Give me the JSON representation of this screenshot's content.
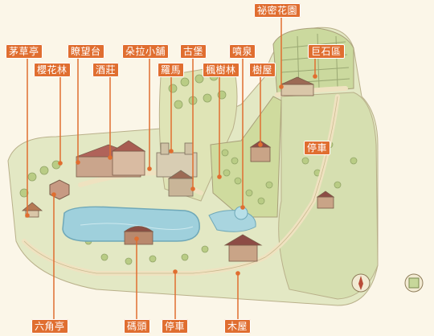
{
  "labels": {
    "secret_garden": "祕密花園",
    "thatch_pavilion": "茅草亭",
    "watchtower": "瞭望台",
    "duola_shop": "朵拉小舖",
    "castle": "古堡",
    "cherry_forest": "櫻花林",
    "winery": "酒莊",
    "rome": "羅馬",
    "fountain": "噴泉",
    "giant_rock": "巨石區",
    "maple_forest": "楓樹林",
    "treehouse": "樹屋",
    "parking_east": "停車",
    "hexagon_pavilion": "六角亭",
    "dock": "碼頭",
    "parking_south": "停車",
    "wooden_house": "木屋"
  },
  "colors": {
    "label_bg": "#e06e30",
    "pointer": "#e06e30",
    "lake": "#9fd0dc",
    "grass": "#c7d79a",
    "path": "#fbf6e8",
    "water_edge": "#6fa8b8"
  }
}
